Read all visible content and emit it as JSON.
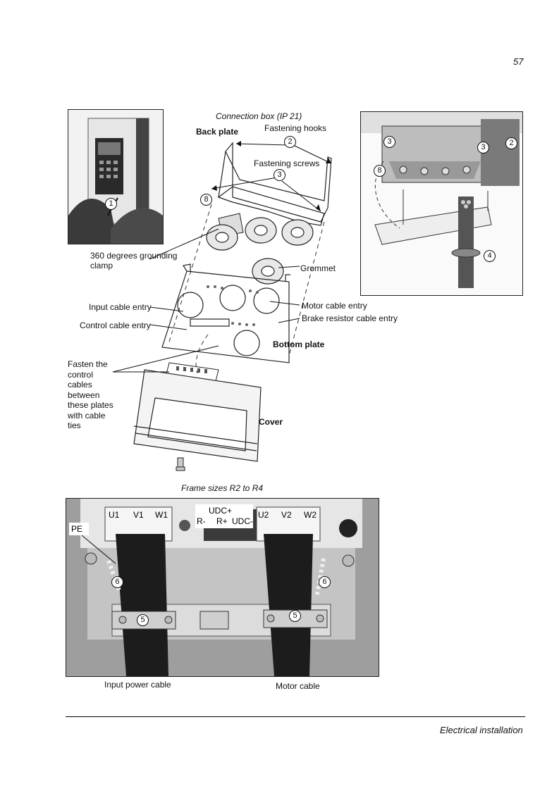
{
  "page_number": "57",
  "footer": {
    "section": "Electrical installation"
  },
  "figure1": {
    "title": "Connection box (IP 21)",
    "labels": {
      "back_plate": "Back plate",
      "fastening_hooks": "Fastening hooks",
      "fastening_screws": "Fastening screws",
      "grounding_clamp": "360 degrees grounding clamp",
      "grommet": "Grommet",
      "input_cable_entry": "Input cable entry",
      "motor_cable_entry": "Motor cable entry",
      "brake_resistor_cable_entry": "Brake resistor cable entry",
      "control_cable_entry": "Control cable entry",
      "bottom_plate": "Bottom plate",
      "fasten_note": "Fasten the control cables between these plates with cable ties",
      "cover": "Cover"
    },
    "callouts": {
      "n1": "1",
      "n2": "2",
      "n3": "3",
      "n4": "4",
      "n8": "8"
    }
  },
  "figure2": {
    "title": "Frame sizes R2 to R4",
    "terminals": {
      "u1": "U1",
      "v1": "V1",
      "w1": "W1",
      "udc_plus": "UDC+",
      "r_minus": "R-",
      "r_plus": "R+",
      "udc_minus": "UDC-",
      "u2": "U2",
      "v2": "V2",
      "w2": "W2",
      "pe": "PE"
    },
    "callouts": {
      "n5": "5",
      "n6": "6"
    },
    "captions": {
      "input": "Input power cable",
      "motor": "Motor cable"
    }
  }
}
